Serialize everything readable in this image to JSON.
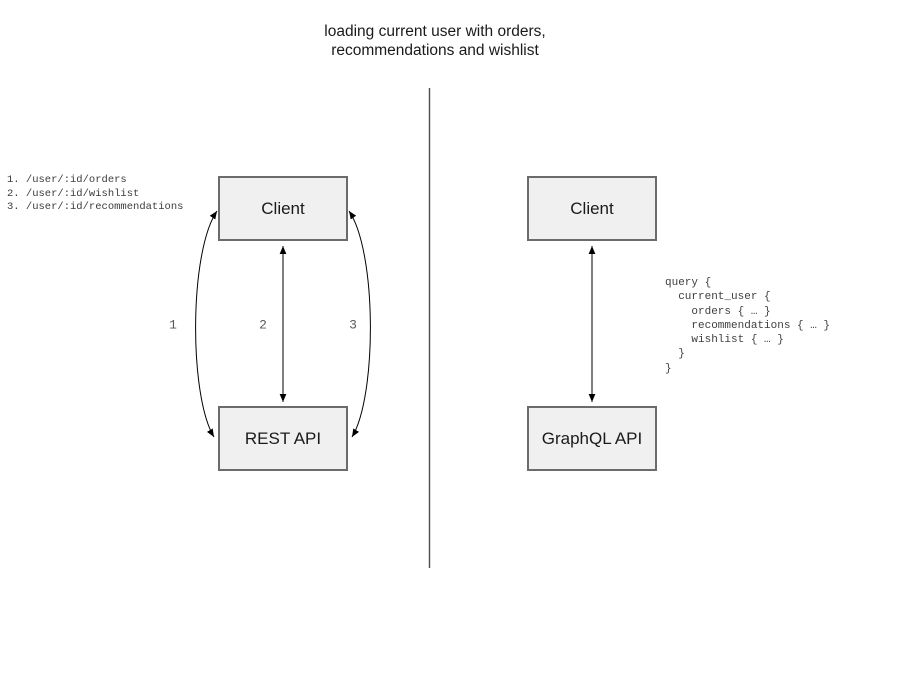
{
  "title": {
    "line1": "loading current user with orders,",
    "line2": "recommendations and wishlist"
  },
  "rest_panel": {
    "client_label": "Client",
    "api_label": "REST API",
    "endpoints": [
      "1. /user/:id/orders",
      "2. /user/:id/wishlist",
      "3. /user/:id/recommendations"
    ],
    "arrow_labels": [
      "1",
      "2",
      "3"
    ]
  },
  "graphql_panel": {
    "client_label": "Client",
    "api_label": "GraphQL API",
    "query_lines": [
      "query {",
      "  current_user {",
      "    orders { … }",
      "    recommendations { … }",
      "    wishlist { … }",
      "  }",
      "}"
    ]
  },
  "colors": {
    "box_fill": "#f0f0f0",
    "box_border": "#6b6b6b",
    "arrow": "#000000",
    "divider": "#4d4d4d",
    "code_text": "#3f3f3f"
  }
}
